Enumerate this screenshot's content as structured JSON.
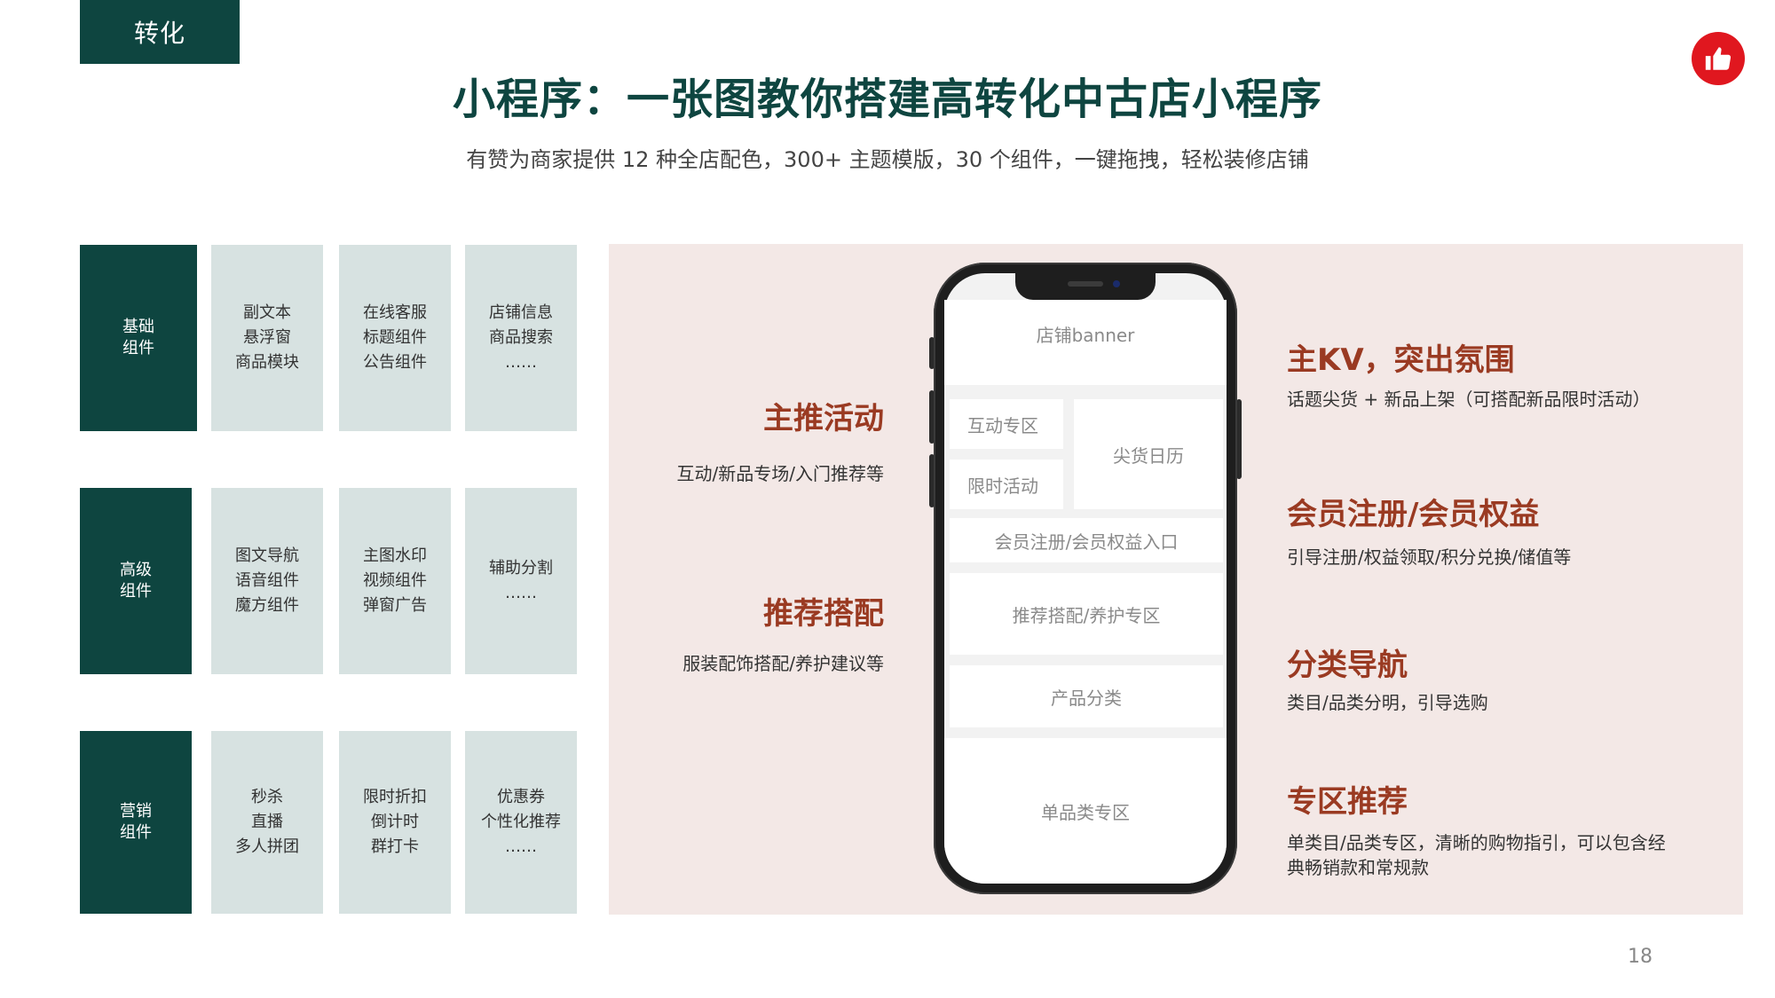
{
  "section_tag": "转化",
  "title": "小程序：一张图教你搭建高转化中古店小程序",
  "subtitle": "有赞为商家提供 12 种全店配色，300+ 主题模版，30 个组件，一键拖拽，轻松装修店铺",
  "components": {
    "basic": {
      "label": "基础\n组件",
      "cells": [
        "副文本\n悬浮窗\n商品模块",
        "在线客服\n标题组件\n公告组件",
        "店铺信息\n商品搜索\n……"
      ]
    },
    "advanced": {
      "label": "高级\n组件",
      "cells": [
        "图文导航\n语音组件\n魔方组件",
        "主图水印\n视频组件\n弹窗广告",
        "辅助分割\n……"
      ]
    },
    "marketing": {
      "label": "营销\n组件",
      "cells": [
        "秒杀\n直播\n多人拼团",
        "限时折扣\n倒计时\n群打卡",
        "优惠券\n个性化推荐\n……"
      ]
    }
  },
  "left_callouts": [
    {
      "heading": "主推活动",
      "desc": "互动/新品专场/入门推荐等"
    },
    {
      "heading": "推荐搭配",
      "desc": "服装配饰搭配/养护建议等"
    }
  ],
  "right_callouts": [
    {
      "heading": "主KV，突出氛围",
      "desc": "话题尖货 + 新品上架（可搭配新品限时活动）"
    },
    {
      "heading": "会员注册/会员权益",
      "desc": "引导注册/权益领取/积分兑换/储值等"
    },
    {
      "heading": "分类导航",
      "desc": "类目/品类分明，引导选购"
    },
    {
      "heading": "专区推荐",
      "desc": "单类目/品类专区，清晰的购物指引，可以包含经典畅销款和常规款"
    }
  ],
  "phone": {
    "banner": "店铺banner",
    "interactive": "互动专区",
    "limited": "限时活动",
    "calendar": "尖货日历",
    "member": "会员注册/会员权益入口",
    "recommend": "推荐搭配/养护专区",
    "category": "产品分类",
    "single": "单品类专区"
  },
  "page_number": "18",
  "colors": {
    "primary": "#0e4540",
    "accent": "#9a3a22",
    "cell": "#d7e2e1",
    "panel": "#f3e8e6",
    "logo": "#e0171f"
  },
  "icons": {
    "logo": "thumbs-up-icon"
  }
}
